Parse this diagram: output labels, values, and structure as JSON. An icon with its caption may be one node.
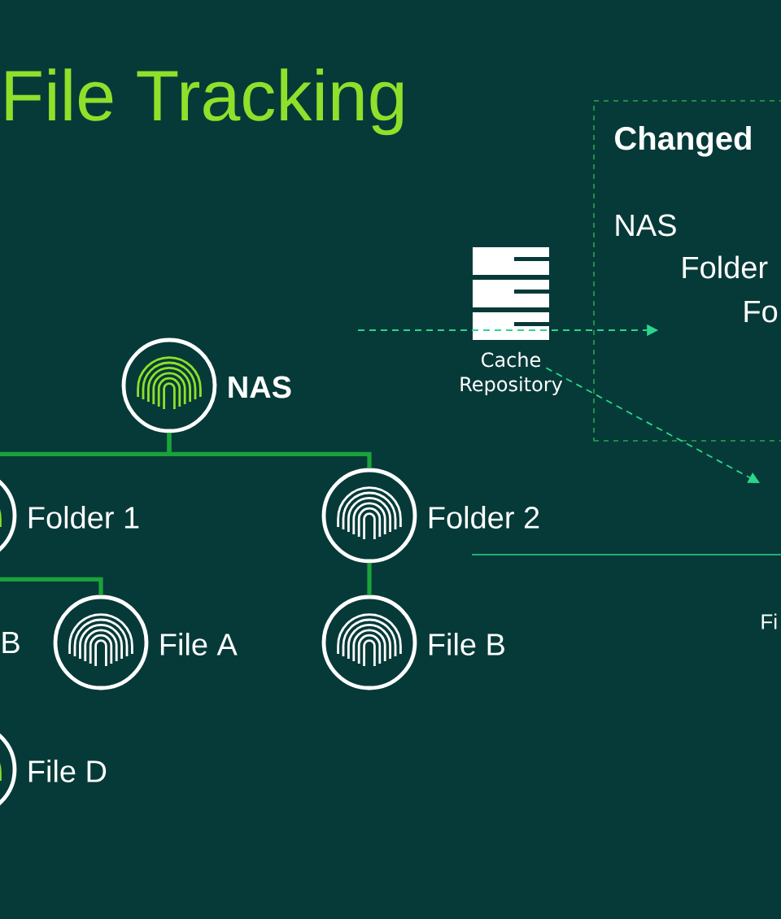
{
  "diagram": {
    "title": "File Tracking",
    "nodes": [
      {
        "text": [],
        "shape": "circle",
        "beside": [
          "NAS"
        ]
      },
      {
        "text": [],
        "shape": "circle",
        "beside": [
          "Folder 1"
        ]
      },
      {
        "text": [],
        "shape": "circle",
        "beside": [
          "Folder 2"
        ]
      },
      {
        "text": [],
        "shape": "circle",
        "beside": [
          "File A"
        ]
      },
      {
        "text": [],
        "shape": "circle",
        "beside": [
          "File B"
        ]
      },
      {
        "text": [],
        "shape": "circle",
        "beside": [
          "File D"
        ]
      },
      {
        "text": [],
        "shape": "picture",
        "beside": [
          "Cache Repository"
        ]
      },
      {
        "text": [
          "Changed",
          "NAS",
          "Folder",
          "Fo"
        ]
      }
    ],
    "edges": [
      {
        "from": 0,
        "to": 1,
        "arrow": "none"
      },
      {
        "from": 0,
        "to": 2,
        "arrow": "none"
      },
      {
        "from": 1,
        "to": 3,
        "arrow": "none"
      },
      {
        "from": 2,
        "to": 4,
        "arrow": "none"
      },
      {
        "from": null,
        "to": 7,
        "arrow": "to",
        "style": "dashed",
        "color": "#2bd68c"
      },
      {
        "from": 6,
        "to": null,
        "arrow": "to",
        "style": "dashed",
        "color": "#2bd68c"
      }
    ],
    "labels": [
      "B",
      "Fi"
    ]
  }
}
